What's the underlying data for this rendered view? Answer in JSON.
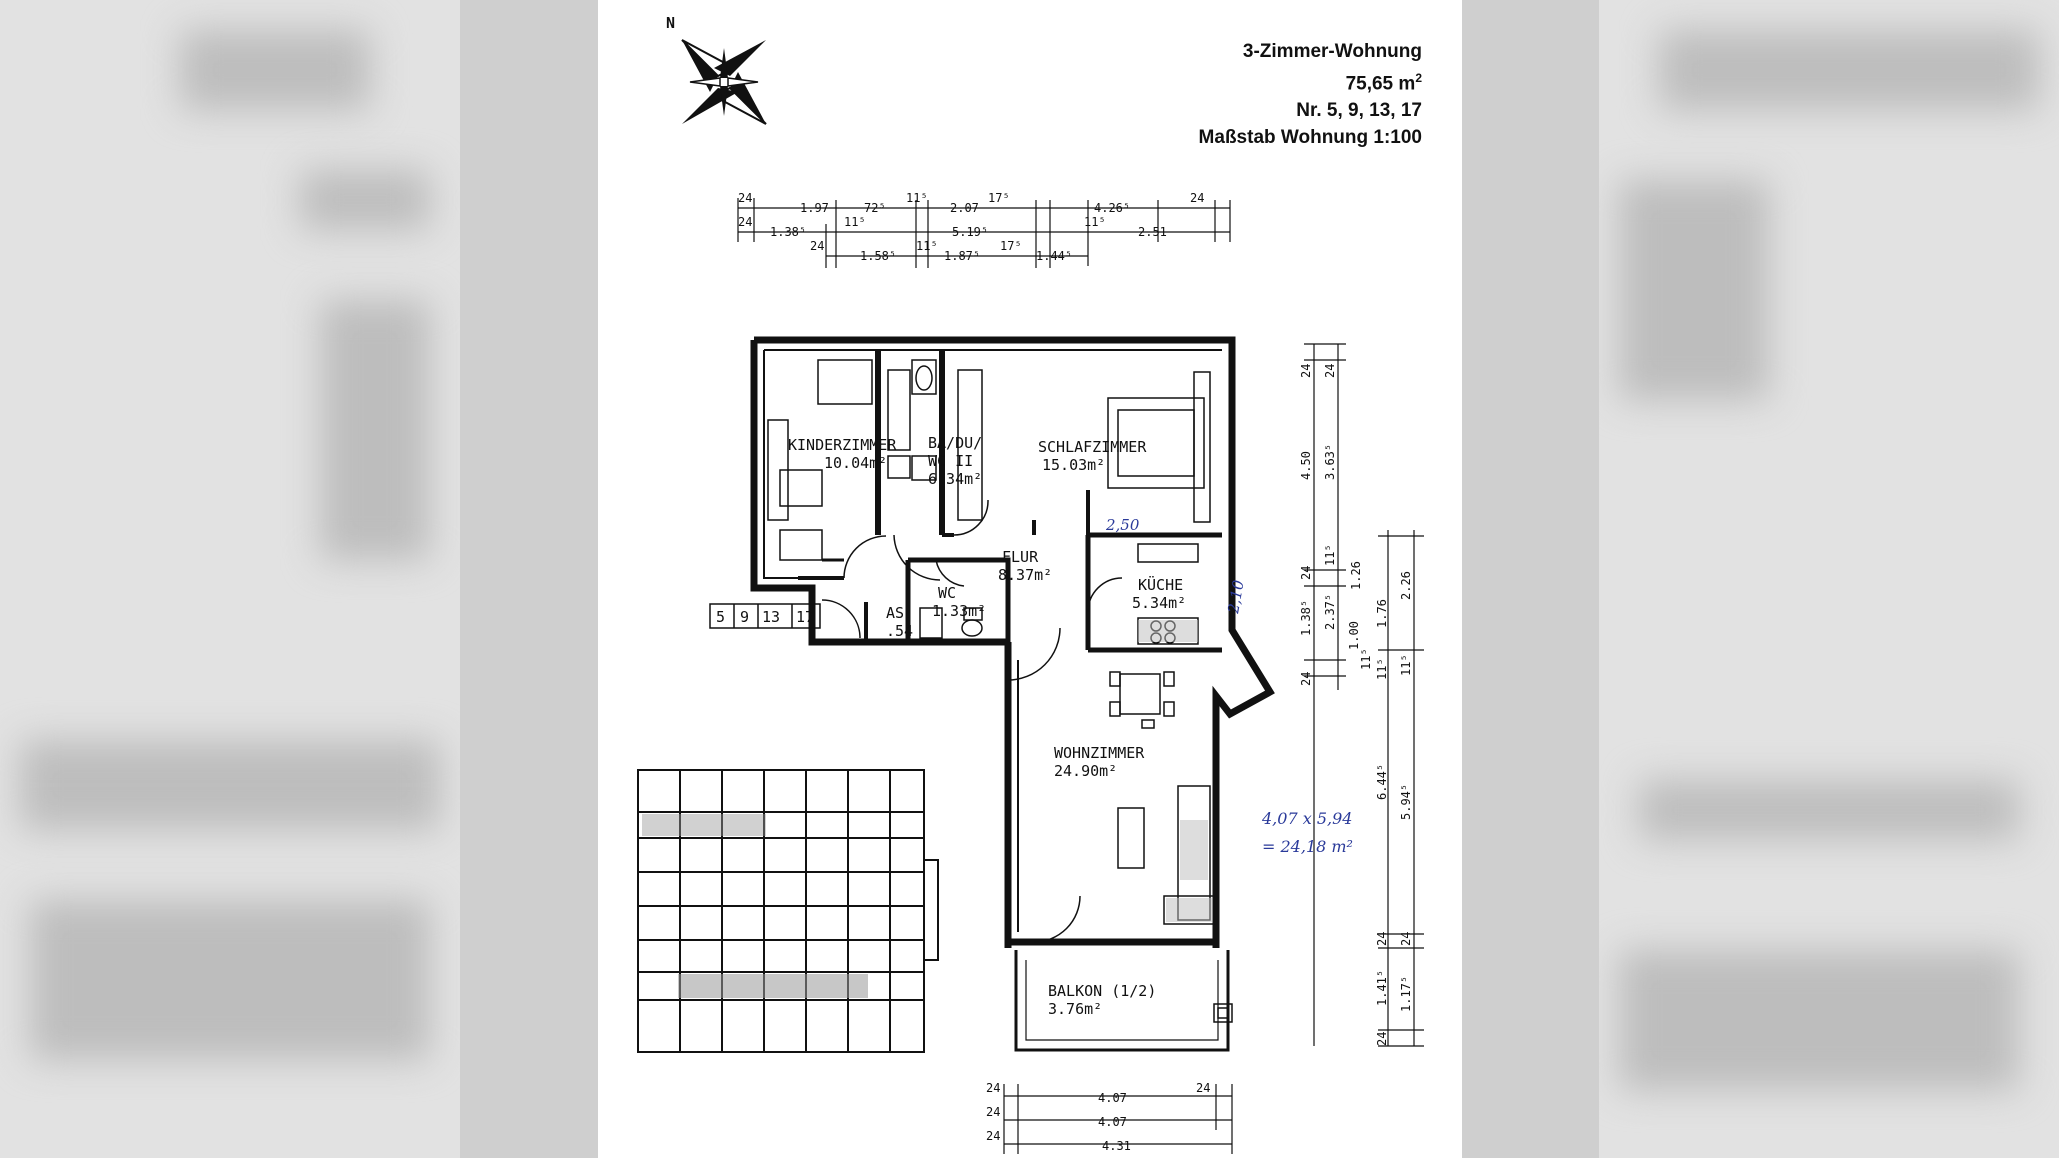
{
  "header": {
    "title": "3-Zimmer-Wohnung",
    "area": "75,65 m",
    "area_sup": "2",
    "numbers": "Nr. 5, 9, 13, 17",
    "scale": "Maßstab Wohnung 1:100"
  },
  "compass": {
    "label": "N"
  },
  "rooms": {
    "kinderzimmer": {
      "name": "KINDERZIMMER",
      "area": "10.04m²"
    },
    "bad": {
      "name": "BA/DU/",
      "name2": "WC II",
      "area": "6.34m²"
    },
    "schlafzimmer": {
      "name": "SCHLAFZIMMER",
      "area": "15.03m²"
    },
    "flur": {
      "name": "FLUR",
      "area": "8.37m²"
    },
    "kueche": {
      "name": "KÜCHE",
      "area": "5.34m²"
    },
    "wc": {
      "name": "WC",
      "area": "1.33m²"
    },
    "as": {
      "name": "AS",
      "area": ".54"
    },
    "wohnzimmer": {
      "name": "WOHNZIMMER",
      "area": "24.90m²"
    },
    "balkon": {
      "name": "BALKON  (1/2)",
      "area": "3.76m²"
    }
  },
  "unit_numbers": [
    "5",
    "9",
    "13",
    "17"
  ],
  "dimensions": {
    "top_row1": [
      "24",
      "1.97",
      "72⁵",
      "11⁵",
      "2.07",
      "17⁵",
      "4.26⁵",
      "24"
    ],
    "top_row2": [
      "24",
      "1.38⁵",
      "11⁵",
      "5.19⁵",
      "11⁵",
      "2.51"
    ],
    "top_row3": [
      "24",
      "1.58⁵",
      "11⁵",
      "1.87⁵",
      "17⁵",
      "1.44⁵"
    ],
    "right_col1": [
      "24",
      "4.50",
      "24",
      "1.38⁵",
      "24",
      "1.41⁵",
      "24"
    ],
    "right_col2": [
      "24",
      "3.63⁵",
      "11⁵",
      "2.37⁵",
      "1.00",
      "11⁵"
    ],
    "right_col3": [
      "1.26",
      "1.76",
      "11⁵",
      "6.44⁵",
      "24",
      "1.17⁵"
    ],
    "right_col4": [
      "2.26",
      "11⁵",
      "5.94⁵",
      "24"
    ],
    "bottom_row1": [
      "24",
      "4.07",
      "24"
    ],
    "bottom_row2": [
      "24",
      "4.07"
    ],
    "bottom_row3": [
      "24",
      "4.31"
    ]
  },
  "handwritten": {
    "schlaf_note": "2,50",
    "kueche_note": "2,10",
    "calc_line1": "4,07 x 5,94",
    "calc_line2": "= 24,18 m²"
  }
}
